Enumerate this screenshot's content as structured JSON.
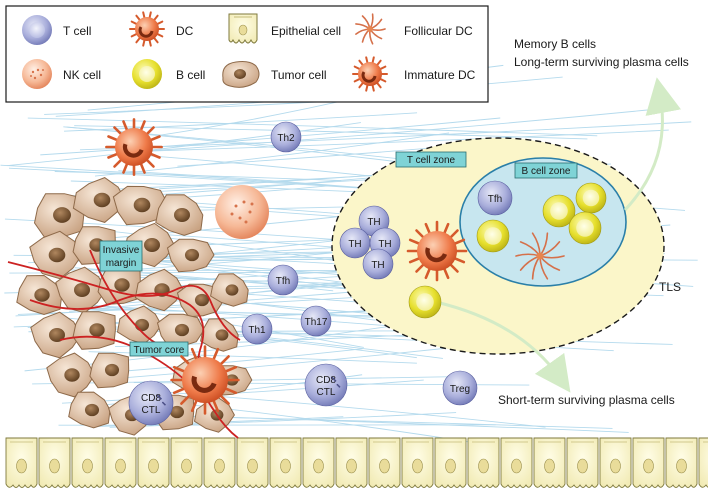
{
  "legend": {
    "items": [
      {
        "label": "T cell",
        "icon": "t-cell-icon"
      },
      {
        "label": "DC",
        "icon": "dc-icon"
      },
      {
        "label": "Epithelial cell",
        "icon": "epithelial-cell-icon"
      },
      {
        "label": "Follicular DC",
        "icon": "follicular-dc-icon"
      },
      {
        "label": "NK cell",
        "icon": "nk-cell-icon"
      },
      {
        "label": "B cell",
        "icon": "b-cell-icon"
      },
      {
        "label": "Tumor cell",
        "icon": "tumor-cell-icon"
      },
      {
        "label": "Immature DC",
        "icon": "immature-dc-icon"
      }
    ]
  },
  "outputs": {
    "memory_b": "Memory B cells",
    "long_term": "Long-term surviving plasma cells",
    "short_term": "Short-term surviving plasma cells",
    "tls": "TLS"
  },
  "zones": {
    "t_cell_zone": "T cell zone",
    "b_cell_zone": "B cell zone",
    "invasive_margin_1": "Invasive",
    "invasive_margin_2": "margin",
    "tumor_core": "Tumor core"
  },
  "cells": {
    "th2": "Th2",
    "tfh_tissue": "Tfh",
    "th1": "Th1",
    "th17": "Th17",
    "treg": "Treg",
    "cd8_a": "CD8",
    "ctl_a": "CTL",
    "cd8_b": "CD8",
    "ctl_b": "CTL",
    "tfh_bzone": "Tfh",
    "th_1": "TH",
    "th_2": "TH",
    "th_3": "TH",
    "th_4": "TH"
  },
  "colors": {
    "t_cell": "#8f95c9",
    "b_cell": "#e8e23a",
    "dc": "#e8673b",
    "tumor": "#d9b899",
    "tls_fill": "#fbf6c9",
    "b_zone_fill": "#c7e6ef",
    "label_box": "#7fd3d6",
    "fiber": "#a8d4ea",
    "arrow": "#d3ebc6"
  }
}
